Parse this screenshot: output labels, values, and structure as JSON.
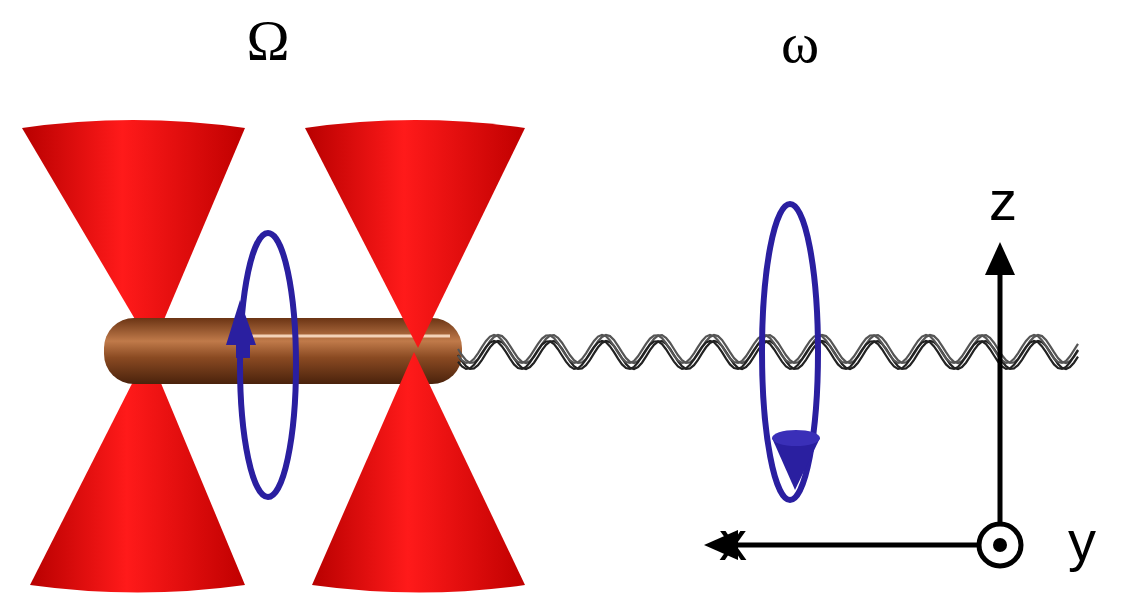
{
  "diagram": {
    "labels": [
      "Ω",
      "ω",
      "z",
      "x",
      "y"
    ]
  }
}
